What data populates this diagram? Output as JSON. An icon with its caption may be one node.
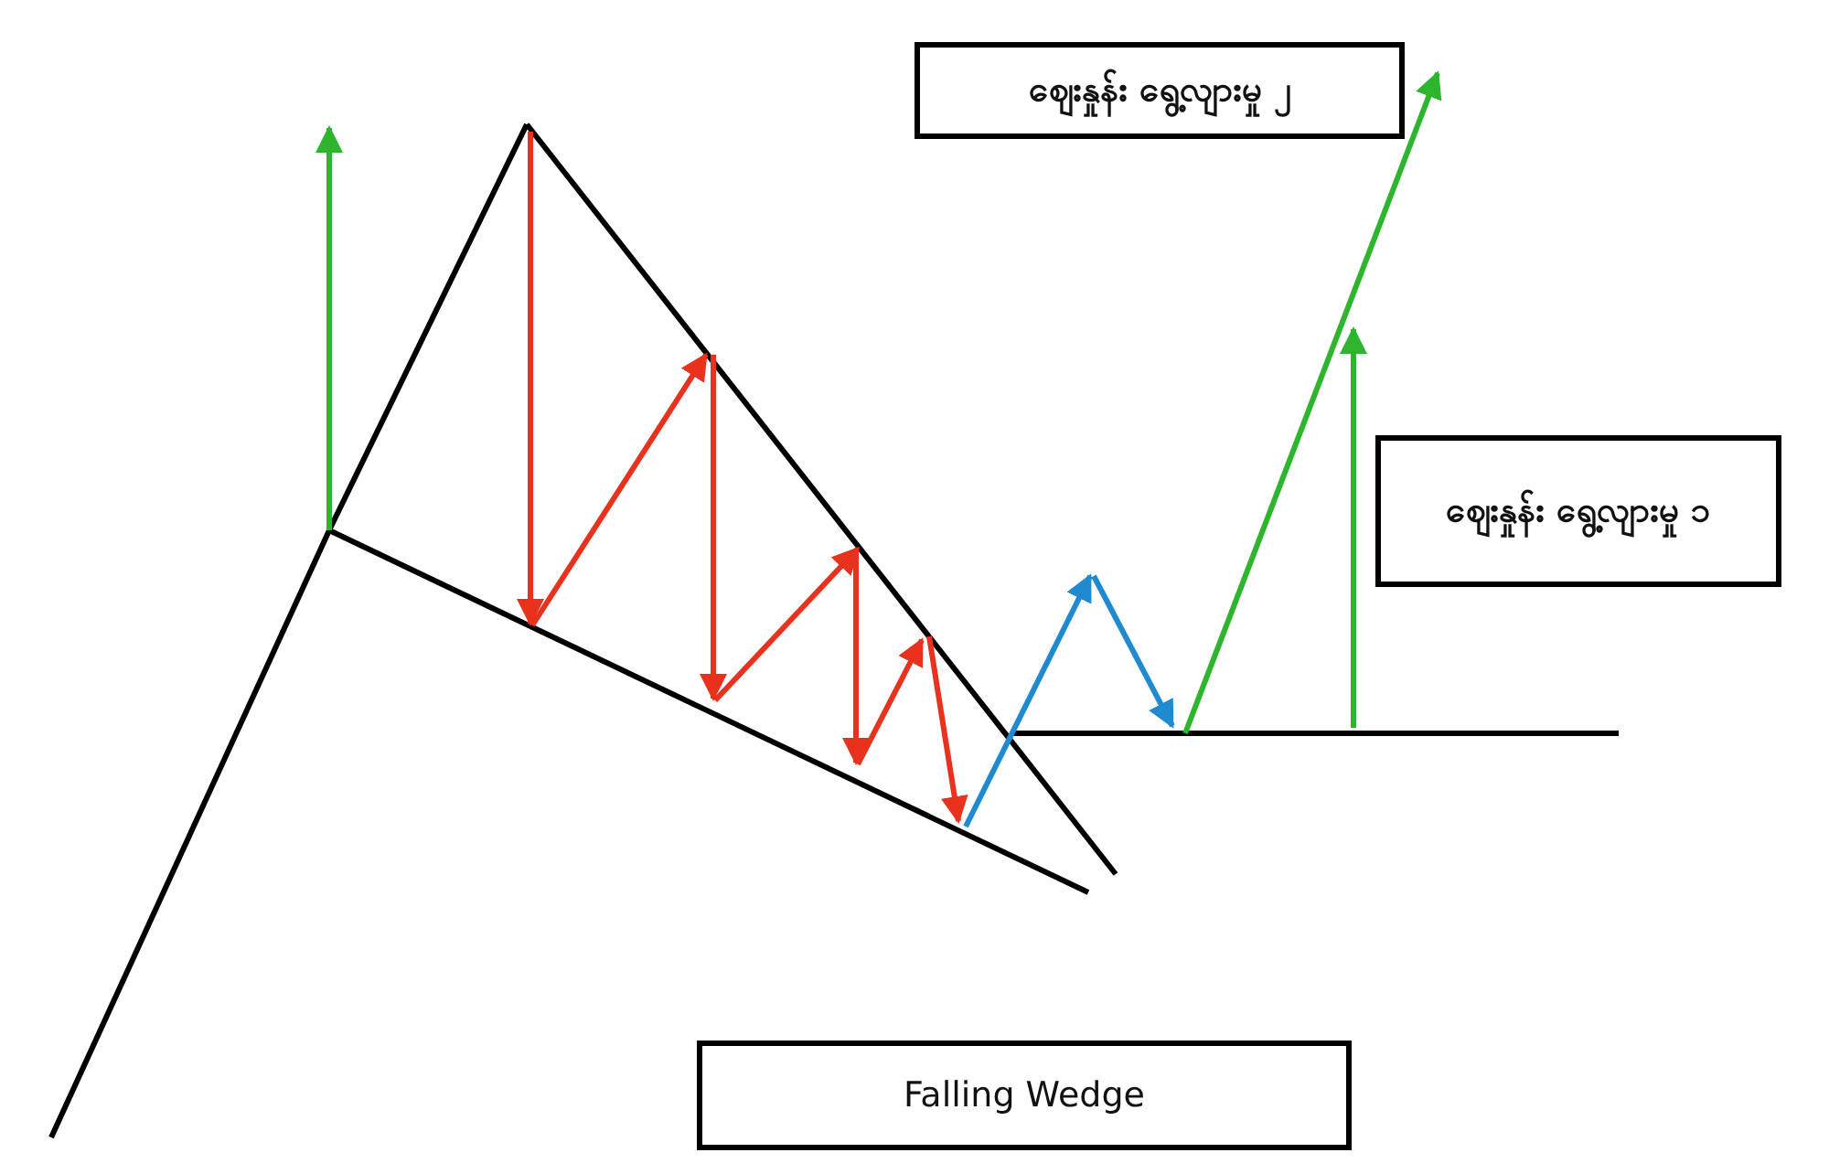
{
  "diagram": {
    "nodes": [
      {
        "text": [
          "ဈေးနှုန်း ရွေ့လျားမှု ၂"
        ]
      },
      {
        "text": [
          "ဈေးနှုန်း ရွေ့လျားမှု ၁"
        ]
      },
      {
        "text": [
          "Falling Wedge"
        ]
      }
    ]
  }
}
